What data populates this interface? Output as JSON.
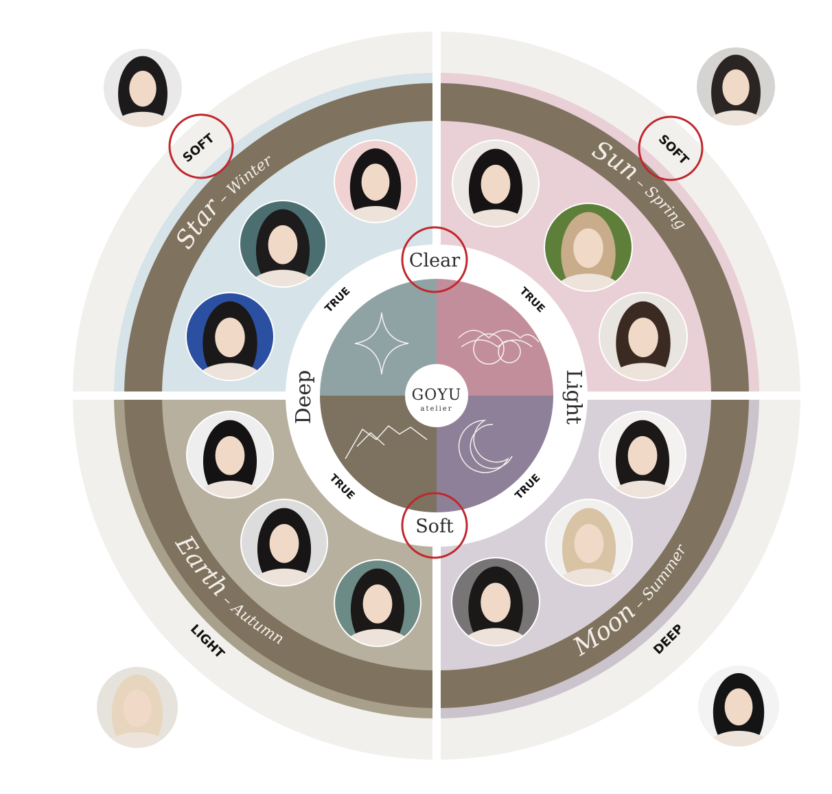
{
  "center": {
    "brand": "GOYU",
    "sub": "atelier"
  },
  "axes": {
    "top": "Clear",
    "bottom": "Soft",
    "left": "Deep",
    "right": "Light"
  },
  "true_labels": [
    "TRUE",
    "TRUE",
    "TRUE",
    "TRUE"
  ],
  "outer_labels": {
    "soft_left": "SOFT",
    "soft_right": "SOFT",
    "light": "LIGHT",
    "deep": "DEEP"
  },
  "seasons": {
    "winter": {
      "main": "Star",
      "dash": " – ",
      "sub": "Winter",
      "icon": "sparkle-icon",
      "color": "#8fa3a5"
    },
    "spring": {
      "main": "Sun",
      "dash": " – ",
      "sub": "Spring",
      "icon": "sun-icon",
      "color": "#c38e9c"
    },
    "autumn": {
      "main": "Earth",
      "dash": " – ",
      "sub": "Autumn",
      "icon": "mountain-icon",
      "color": "#7d7160"
    },
    "summer": {
      "main": "Moon",
      "dash": " – ",
      "sub": "Summer",
      "icon": "moon-icon",
      "color": "#8f8099"
    }
  },
  "colors": {
    "band": "#7f725e",
    "winter_bg": "#d6e3e8",
    "spring_bg": "#e9cfd6",
    "autumn_bg": "#b8b09e",
    "summer_bg": "#d7d0d8",
    "highlight": "#c0272d"
  }
}
